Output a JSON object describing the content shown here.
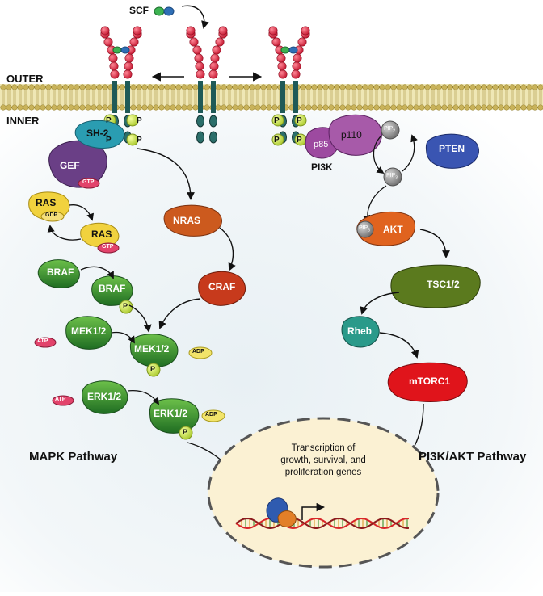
{
  "membrane": {
    "outer_label": "OUTER",
    "inner_label": "INNER"
  },
  "ligand": {
    "label": "SCF"
  },
  "phospho_label": "P",
  "mapk": {
    "title": "MAPK Pathway",
    "sh2": "SH-2",
    "gef": "GEF",
    "gtp": "GTP",
    "gdp": "GDP",
    "ras": "RAS",
    "nras": "NRAS",
    "craf": "CRAF",
    "braf": "BRAF",
    "mek": "MEK1/2",
    "erk": "ERK1/2",
    "atp": "ATP",
    "adp": "ADP"
  },
  "pi3k": {
    "title": "PI3K/AKT Pathway",
    "pi3k_label": "PI3K",
    "p85": "p85",
    "p110": "p110",
    "pip2": "PIP",
    "pip2_sub": "2",
    "pip3": "PIP",
    "pip3_sub": "3",
    "pten": "PTEN",
    "akt": "AKT",
    "tsc": "TSC1/2",
    "rheb": "Rheb",
    "mtorc": "mTORC1"
  },
  "nucleus": {
    "line1": "Transcription of",
    "line2": "growth, survival, and",
    "line3": "proliferation genes"
  },
  "colors": {
    "membrane_head": "#c9b35a",
    "receptor_ball": "#e23b55",
    "receptor_stem": "#1f5a57",
    "phospho": "#c9e64b",
    "gef": "#6a3f86",
    "sh2": "#2a9db1",
    "ras": "#f1d23e",
    "gtp": "#e2436b",
    "gdp": "#f5df7a",
    "nras": "#cc5a1e",
    "craf": "#c73a1c",
    "green_kinase": "#2f9a32",
    "atp": "#e2436b",
    "adp": "#f2e46a",
    "p85": "#9d4aa0",
    "p110": "#a75aa9",
    "pip": "#8e8e8e",
    "pten": "#3a55b2",
    "akt": "#e0631f",
    "tsc": "#5b7a1e",
    "rheb": "#2a9a8a",
    "mtorc": "#e0141b",
    "nucleus": "#fbf1d3"
  }
}
